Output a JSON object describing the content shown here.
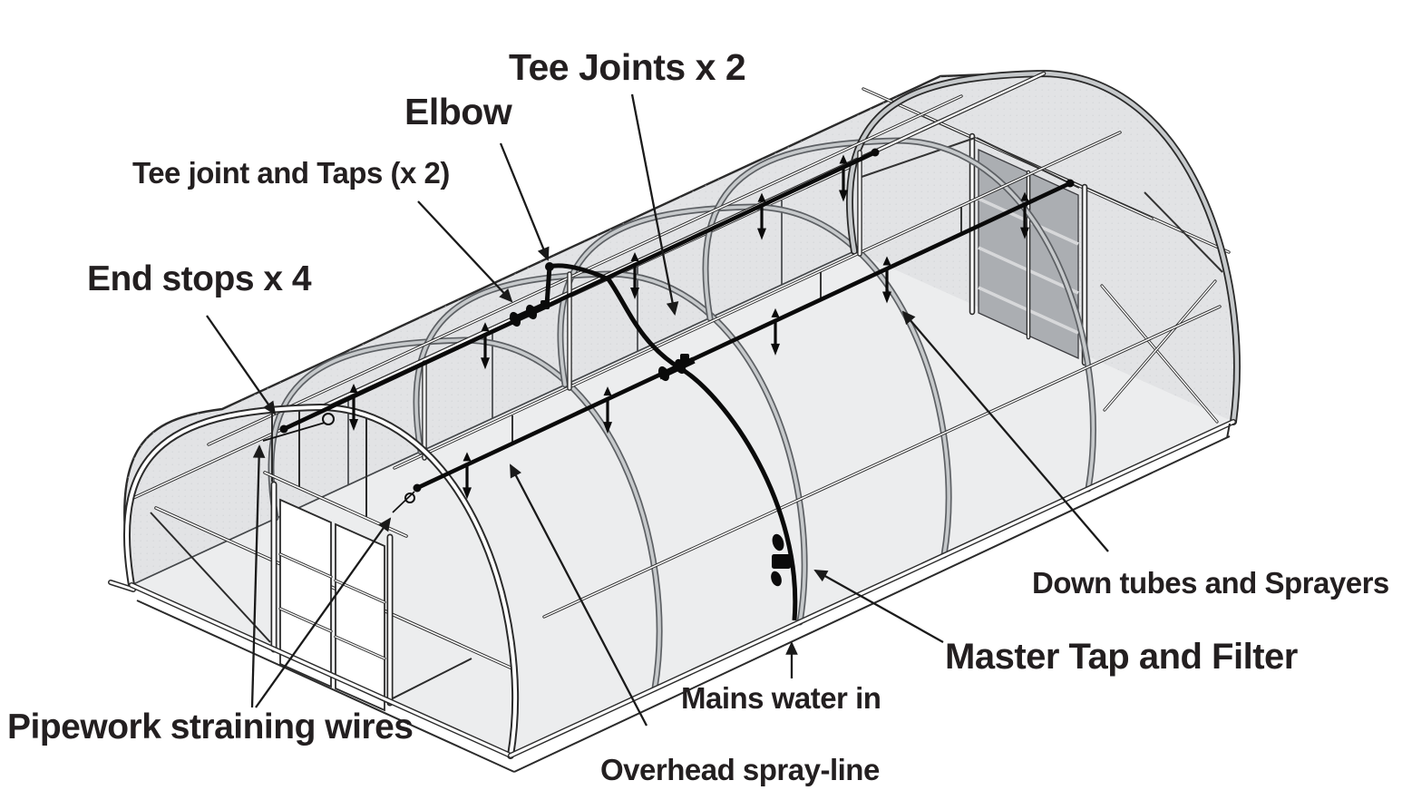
{
  "diagram": {
    "colors": {
      "line": "#231f20",
      "spray_line": "#0a0a0a",
      "cover_gray": "#e2e3e5",
      "floor_gray": "#ecedee",
      "hoop_gray": "#9da0a3",
      "far_door_gray": "#abaeb2",
      "background": "#ffffff"
    },
    "labels": {
      "tee_joints": "Tee Joints x 2",
      "elbow": "Elbow",
      "tee_joint_and_taps": "Tee joint and Taps (x 2)",
      "end_stops": "End stops x 4",
      "pipework_straining_wires": "Pipework straining wires",
      "overhead_spray_line": "Overhead spray-line",
      "mains_water_in": "Mains water in",
      "master_tap_and_filter": "Master Tap and Filter",
      "down_tubes_and_sprayers": "Down tubes and Sprayers"
    }
  }
}
